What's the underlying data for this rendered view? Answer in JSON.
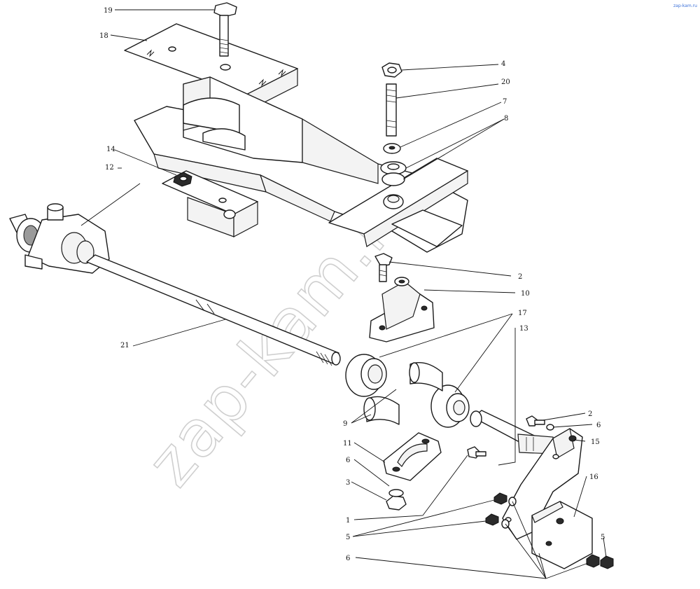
{
  "diagram": {
    "watermark": "zap-kam.ru",
    "corner_mark": "zap-kam.ru",
    "callouts": [
      {
        "id": "c19",
        "label": "19"
      },
      {
        "id": "c18",
        "label": "18"
      },
      {
        "id": "c4",
        "label": "4"
      },
      {
        "id": "c20",
        "label": "20"
      },
      {
        "id": "c7",
        "label": "7"
      },
      {
        "id": "c8",
        "label": "8"
      },
      {
        "id": "c14",
        "label": "14"
      },
      {
        "id": "c12",
        "label": "12"
      },
      {
        "id": "c2a",
        "label": "2"
      },
      {
        "id": "c10",
        "label": "10"
      },
      {
        "id": "c17",
        "label": "17"
      },
      {
        "id": "c13",
        "label": "13"
      },
      {
        "id": "c21",
        "label": "21"
      },
      {
        "id": "c2b",
        "label": "2"
      },
      {
        "id": "c6a",
        "label": "6"
      },
      {
        "id": "c15",
        "label": "15"
      },
      {
        "id": "c9",
        "label": "9"
      },
      {
        "id": "c11",
        "label": "11"
      },
      {
        "id": "c6b",
        "label": "6"
      },
      {
        "id": "c16",
        "label": "16"
      },
      {
        "id": "c3",
        "label": "3"
      },
      {
        "id": "c1",
        "label": "1"
      },
      {
        "id": "c5a",
        "label": "5"
      },
      {
        "id": "c5b",
        "label": "5"
      },
      {
        "id": "c6c",
        "label": "6"
      }
    ]
  }
}
